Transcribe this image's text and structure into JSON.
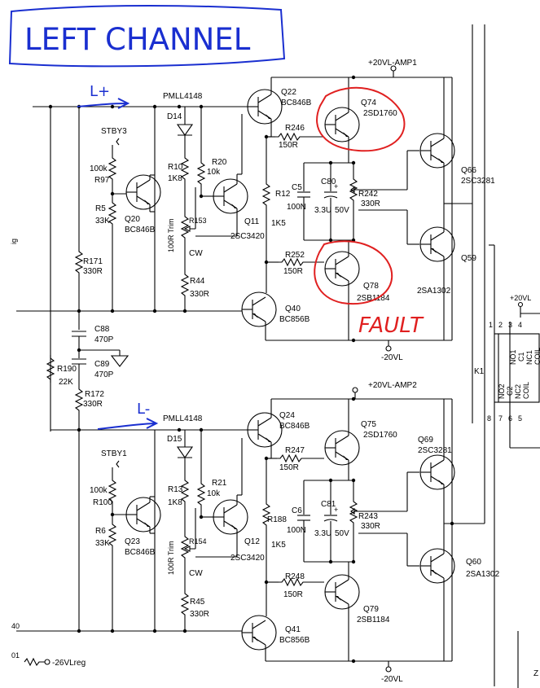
{
  "annotations": {
    "title": "LEFT CHANNEL",
    "l_plus": "L+",
    "l_minus": "L-",
    "fault": "FAULT"
  },
  "rails": {
    "pos1": "+20VL-AMP1",
    "neg1": "-20VL",
    "pos2": "+20VL-AMP2",
    "neg2": "-20VL",
    "relay_supply": "+20VL",
    "reg": "-26VLreg"
  },
  "stage1": {
    "diode_type": "PMLL4148",
    "stby": "STBY3",
    "d": "D14",
    "r97": [
      "100k",
      "R97"
    ],
    "r5": [
      "R5",
      "33K"
    ],
    "q20": [
      "Q20",
      "BC846B"
    ],
    "r10": [
      "R10",
      "1K8"
    ],
    "r153": [
      "R153",
      "100R Trim",
      "CW"
    ],
    "r44": [
      "R44",
      "330R"
    ],
    "r20": [
      "R20",
      "10k"
    ],
    "q11": [
      "Q11",
      "2SC3420"
    ],
    "q22": [
      "Q22",
      "BC846B"
    ],
    "r246": [
      "R246",
      "150R"
    ],
    "r12": [
      "R12",
      "1K5"
    ],
    "r252": [
      "R252",
      "150R"
    ],
    "q40": [
      "Q40",
      "BC856B"
    ],
    "q74": [
      "Q74",
      "2SD1760"
    ],
    "q78": [
      "Q78",
      "2SB1184"
    ],
    "c5": [
      "C5",
      "100N"
    ],
    "c80": [
      "C80",
      "3.3U",
      "50V"
    ],
    "r242": [
      "R242",
      "330R"
    ],
    "q66": [
      "Q66",
      "2SC3281"
    ],
    "q59": [
      "Q59",
      "2SA1302"
    ]
  },
  "stage2": {
    "diode_type": "PMLL4148",
    "stby": "STBY1",
    "d": "D15",
    "r100": [
      "100k",
      "R100"
    ],
    "r6": [
      "R6",
      "33K"
    ],
    "q23": [
      "Q23",
      "BC846B"
    ],
    "r13": [
      "R13",
      "1K8"
    ],
    "r154": [
      "R154",
      "100R Trim",
      "CW"
    ],
    "r45": [
      "R45",
      "330R"
    ],
    "r21": [
      "R21",
      "10k"
    ],
    "q12": [
      "Q12",
      "2SC3420"
    ],
    "q24": [
      "Q24",
      "BC846B"
    ],
    "r247": [
      "R247",
      "150R"
    ],
    "r188": [
      "R188",
      "1K5"
    ],
    "r248": [
      "R248",
      "150R"
    ],
    "q41": [
      "Q41",
      "BC856B"
    ],
    "q75": [
      "Q75",
      "2SD1760"
    ],
    "q79": [
      "Q79",
      "2SB1184"
    ],
    "c6": [
      "C6",
      "100N"
    ],
    "c81": [
      "C81",
      "3.3U",
      "50V"
    ],
    "r243": [
      "R243",
      "330R"
    ],
    "q69": [
      "Q69",
      "2SC3281"
    ],
    "q60": [
      "Q60",
      "2SA1302"
    ]
  },
  "shared": {
    "r171": [
      "R171",
      "330R"
    ],
    "c88": [
      "C88",
      "470P"
    ],
    "c89": [
      "C89",
      "470P"
    ],
    "r190": [
      "R190",
      "22K"
    ],
    "r172": [
      "R172",
      "330R"
    ]
  },
  "relay": {
    "ref": "K1",
    "pins_top": [
      "1",
      "2",
      "3",
      "4"
    ],
    "pins_bottom": [
      "8",
      "7",
      "6",
      "5"
    ],
    "labels_top": [
      "NO1",
      "C1",
      "NC1",
      "COIL"
    ],
    "labels_bottom": [
      "NO2",
      "C2",
      "NC2",
      "COIL"
    ]
  },
  "edge": {
    "left_a": "ig",
    "left_b": "40",
    "left_c": "01",
    "right_z": "Z"
  }
}
